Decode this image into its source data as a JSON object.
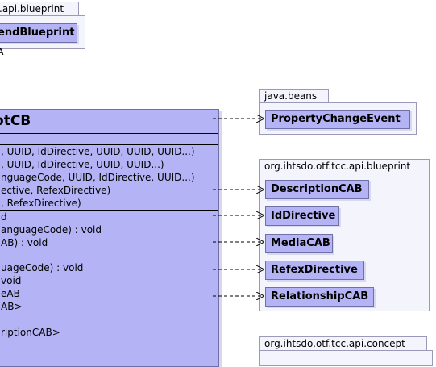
{
  "packages": {
    "top_blueprint": {
      "name": ".api.blueprint",
      "class_name": "endBlueprint",
      "multiplicity": "A"
    },
    "java_beans": {
      "name": "java.beans",
      "classes": [
        "PropertyChangeEvent"
      ]
    },
    "blueprint": {
      "name": "org.ihtsdo.otf.tcc.api.blueprint",
      "classes": [
        "DescriptionCAB",
        "IdDirective",
        "MediaCAB",
        "RefexDirective",
        "RelationshipCAB"
      ]
    },
    "concept": {
      "name": "org.ihtsdo.otf.tcc.api.concept"
    }
  },
  "main_class": {
    "name": "eptCB",
    "constructors": [
      ", UUID, IdDirective, UUID, UUID, UUID...)",
      ", UUID, IdDirective, UUID, UUID...)",
      "nguageCode, UUID, IdDirective, UUID...)",
      "ective, RefexDirective)",
      ", RefexDirective)"
    ],
    "methods": [
      "d",
      "anguageCode) : void",
      "AB) : void",
      "",
      "uageCode) : void",
      " void",
      "eAB",
      "AB>",
      "",
      "riptionCAB>"
    ]
  },
  "colors": {
    "class_fill": "#b3b3f5",
    "package_fill": "#f4f4fc",
    "border": "#7070a8"
  }
}
